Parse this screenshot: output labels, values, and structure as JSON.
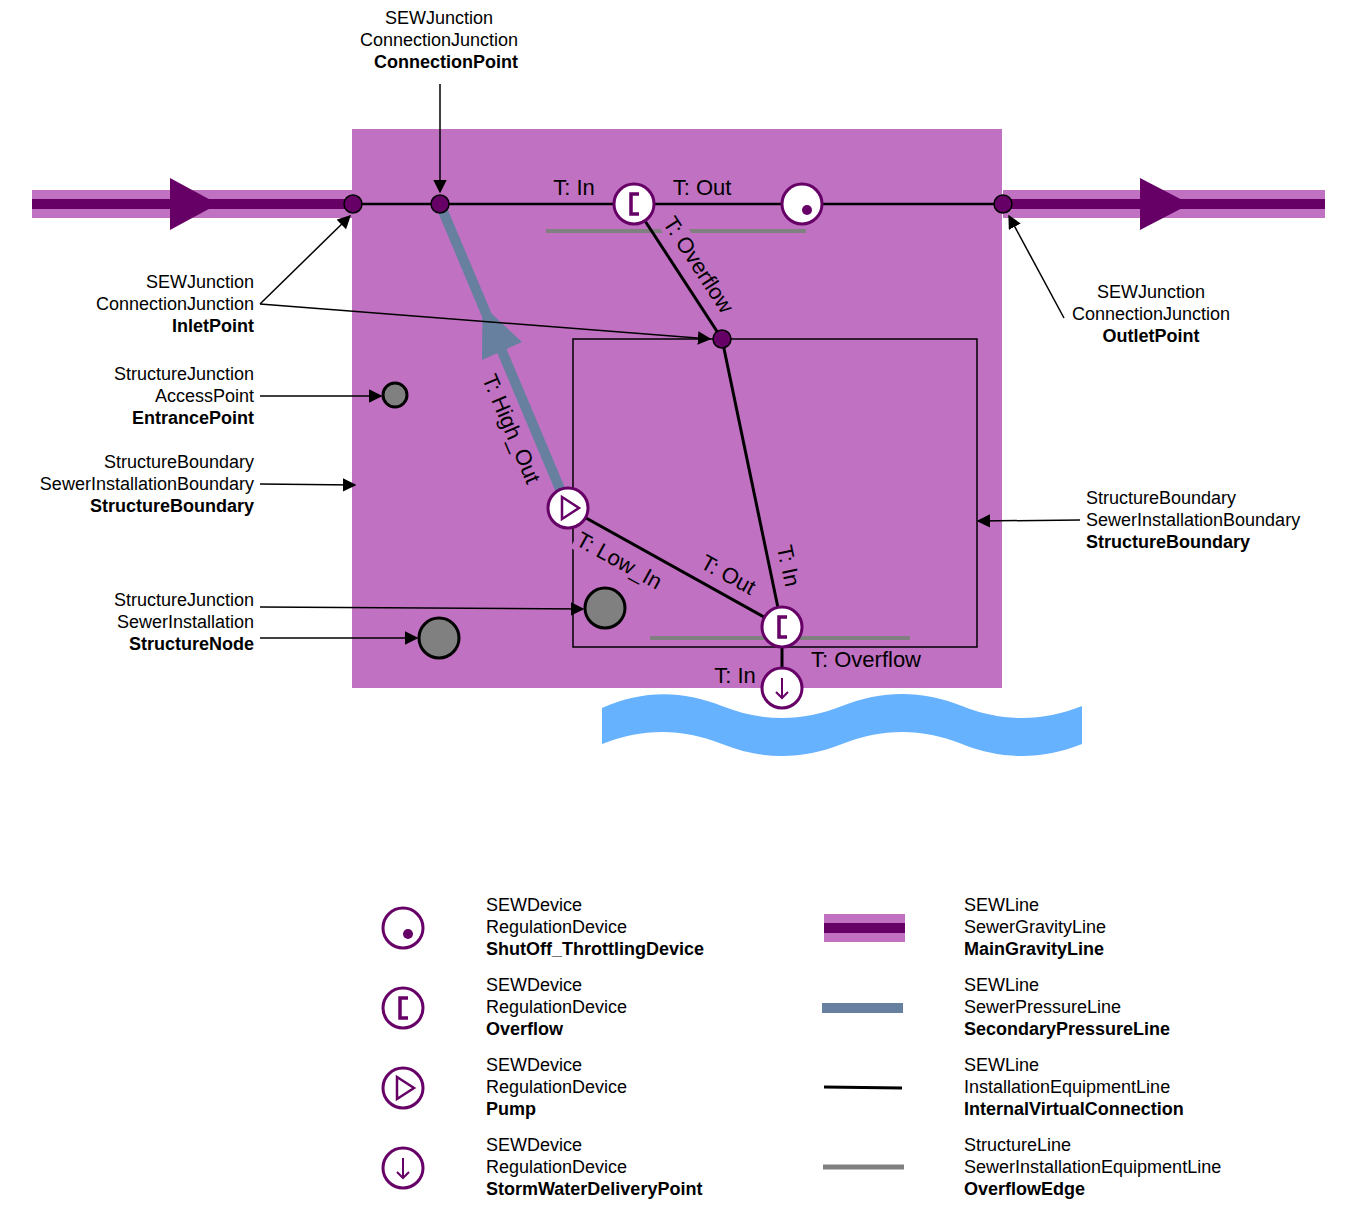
{
  "diagram": {
    "labels": [
      "SEWJunction",
      "ConnectionJunction",
      "ConnectionPoint",
      "T: In",
      "T: Out",
      "T: Overflow",
      "SEWJunction",
      "ConnectionJunction",
      "InletPoint",
      "SEWJunction",
      "ConnectionJunction",
      "OutletPoint",
      "T: High_Out",
      "StructureJunction",
      "AccessPoint",
      "EntrancePoint",
      "StructureBoundary",
      "SewerInstallationBoundary",
      "StructureBoundary",
      "StructureBoundary",
      "SewerInstallationBoundary",
      "StructureBoundary",
      "T: Low_In",
      "T: Out",
      "T: In",
      "StructureJunction",
      "SewerInstallation",
      "StructureNode",
      "T: Overflow",
      "T: In"
    ],
    "legend": [
      {
        "text": "SEWDevice"
      },
      {
        "text": "RegulationDevice"
      },
      {
        "text": "ShutOff_ThrottlingDevice"
      },
      {
        "text": "SEWLine"
      },
      {
        "text": "SewerGravityLine"
      },
      {
        "text": "MainGravityLine"
      },
      {
        "text": "SEWDevice"
      },
      {
        "text": "RegulationDevice"
      },
      {
        "text": "Overflow"
      },
      {
        "text": "SEWLine"
      },
      {
        "text": "SewerPressureLine"
      },
      {
        "text": "SecondaryPressureLine"
      },
      {
        "text": "SEWDevice"
      },
      {
        "text": "RegulationDevice"
      },
      {
        "text": "Pump"
      },
      {
        "text": "SEWLine"
      },
      {
        "text": "InstallationEquipmentLine"
      },
      {
        "text": "InternalVirtualConnection"
      },
      {
        "text": "SEWDevice"
      },
      {
        "text": "RegulationDevice"
      },
      {
        "text": "StormWaterDeliveryPoint"
      },
      {
        "text": "StructureLine"
      },
      {
        "text": "SewerInstallationEquipmentLine"
      },
      {
        "text": "OverflowEdge"
      }
    ]
  }
}
